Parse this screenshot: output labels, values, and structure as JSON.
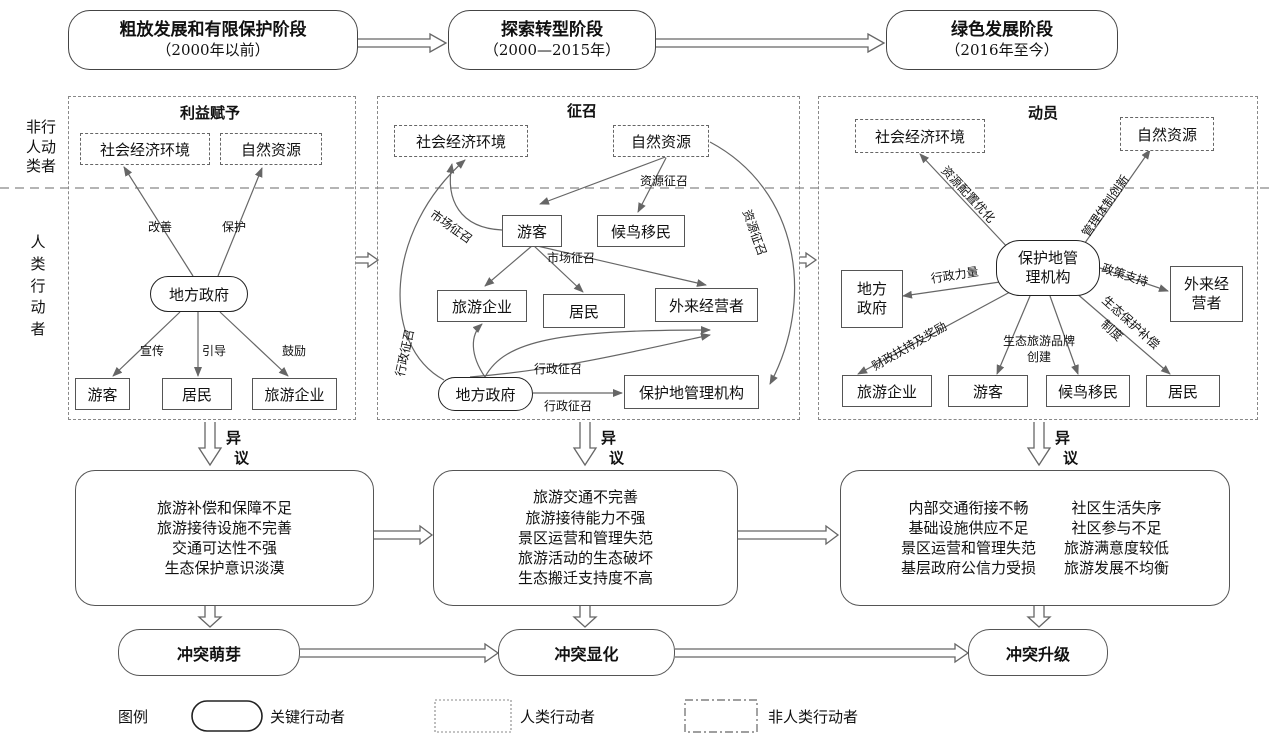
{
  "stages": [
    {
      "title": "粗放发展和有限保护阶段",
      "period": "（2000年以前）"
    },
    {
      "title": "探索转型阶段",
      "period": "（2000—2015年）"
    },
    {
      "title": "绿色发展阶段",
      "period": "（2016年至今）"
    }
  ],
  "side_labels": {
    "nonhuman": [
      "非行",
      "人动",
      "类者"
    ],
    "human": [
      "人",
      "类",
      "行",
      "动",
      "者"
    ]
  },
  "panel1": {
    "title": "利益赋予",
    "env": "社会经济环境",
    "nature": "自然资源",
    "key": "地方政府",
    "tourist": "游客",
    "resident": "居民",
    "enterprise": "旅游企业",
    "edges": {
      "improve": "改善",
      "protect": "保护",
      "publicize": "宣传",
      "guide": "引导",
      "encourage": "鼓励"
    }
  },
  "panel2": {
    "title": "征召",
    "env": "社会经济环境",
    "nature": "自然资源",
    "tourist": "游客",
    "migrant": "候鸟移民",
    "enterprise": "旅游企业",
    "resident": "居民",
    "operator": "外来经营者",
    "gov": "地方政府",
    "agency": "保护地管理机构",
    "edges": {
      "resource1": "资源征召",
      "resource2": "资源征召",
      "market1": "市场征召",
      "market2": "市场征召",
      "admin1": "行政征召",
      "admin2": "行政征召",
      "admin3": "行政征召"
    }
  },
  "panel3": {
    "title": "动员",
    "env": "社会经济环境",
    "nature": "自然资源",
    "key_l1": "保护地管",
    "key_l2": "理机构",
    "gov_l1": "地方",
    "gov_l2": "政府",
    "operator_l1": "外来经",
    "operator_l2": "营者",
    "enterprise": "旅游企业",
    "tourist": "游客",
    "migrant": "候鸟移民",
    "resident": "居民",
    "edges": {
      "alloc": "资源配置优化",
      "mgmt": "管理体制创新",
      "admin": "行政力量",
      "policy": "政策支持",
      "finance": "财政扶持及奖励",
      "brand_l1": "生态旅游品牌",
      "brand_l2": "创建",
      "eco_l1": "生态保护补偿",
      "eco_l2": "制度"
    }
  },
  "yiyi": [
    "异",
    "议"
  ],
  "problems1": [
    "旅游补偿和保障不足",
    "旅游接待设施不完善",
    "交通可达性不强",
    "生态保护意识淡漠"
  ],
  "problems2": [
    "旅游交通不完善",
    "旅游接待能力不强",
    "景区运营和管理失范",
    "旅游活动的生态破坏",
    "生态搬迁支持度不高"
  ],
  "problems3_left": [
    "内部交通衔接不畅",
    "基础设施供应不足",
    "景区运营和管理失范",
    "基层政府公信力受损"
  ],
  "problems3_right": [
    "社区生活失序",
    "社区参与不足",
    "旅游满意度较低",
    "旅游发展不均衡"
  ],
  "conflicts": [
    "冲突萌芽",
    "冲突显化",
    "冲突升级"
  ],
  "legend": {
    "title": "图例",
    "key": "关键行动者",
    "human": "人类行动者",
    "nonhuman": "非人类行动者"
  }
}
